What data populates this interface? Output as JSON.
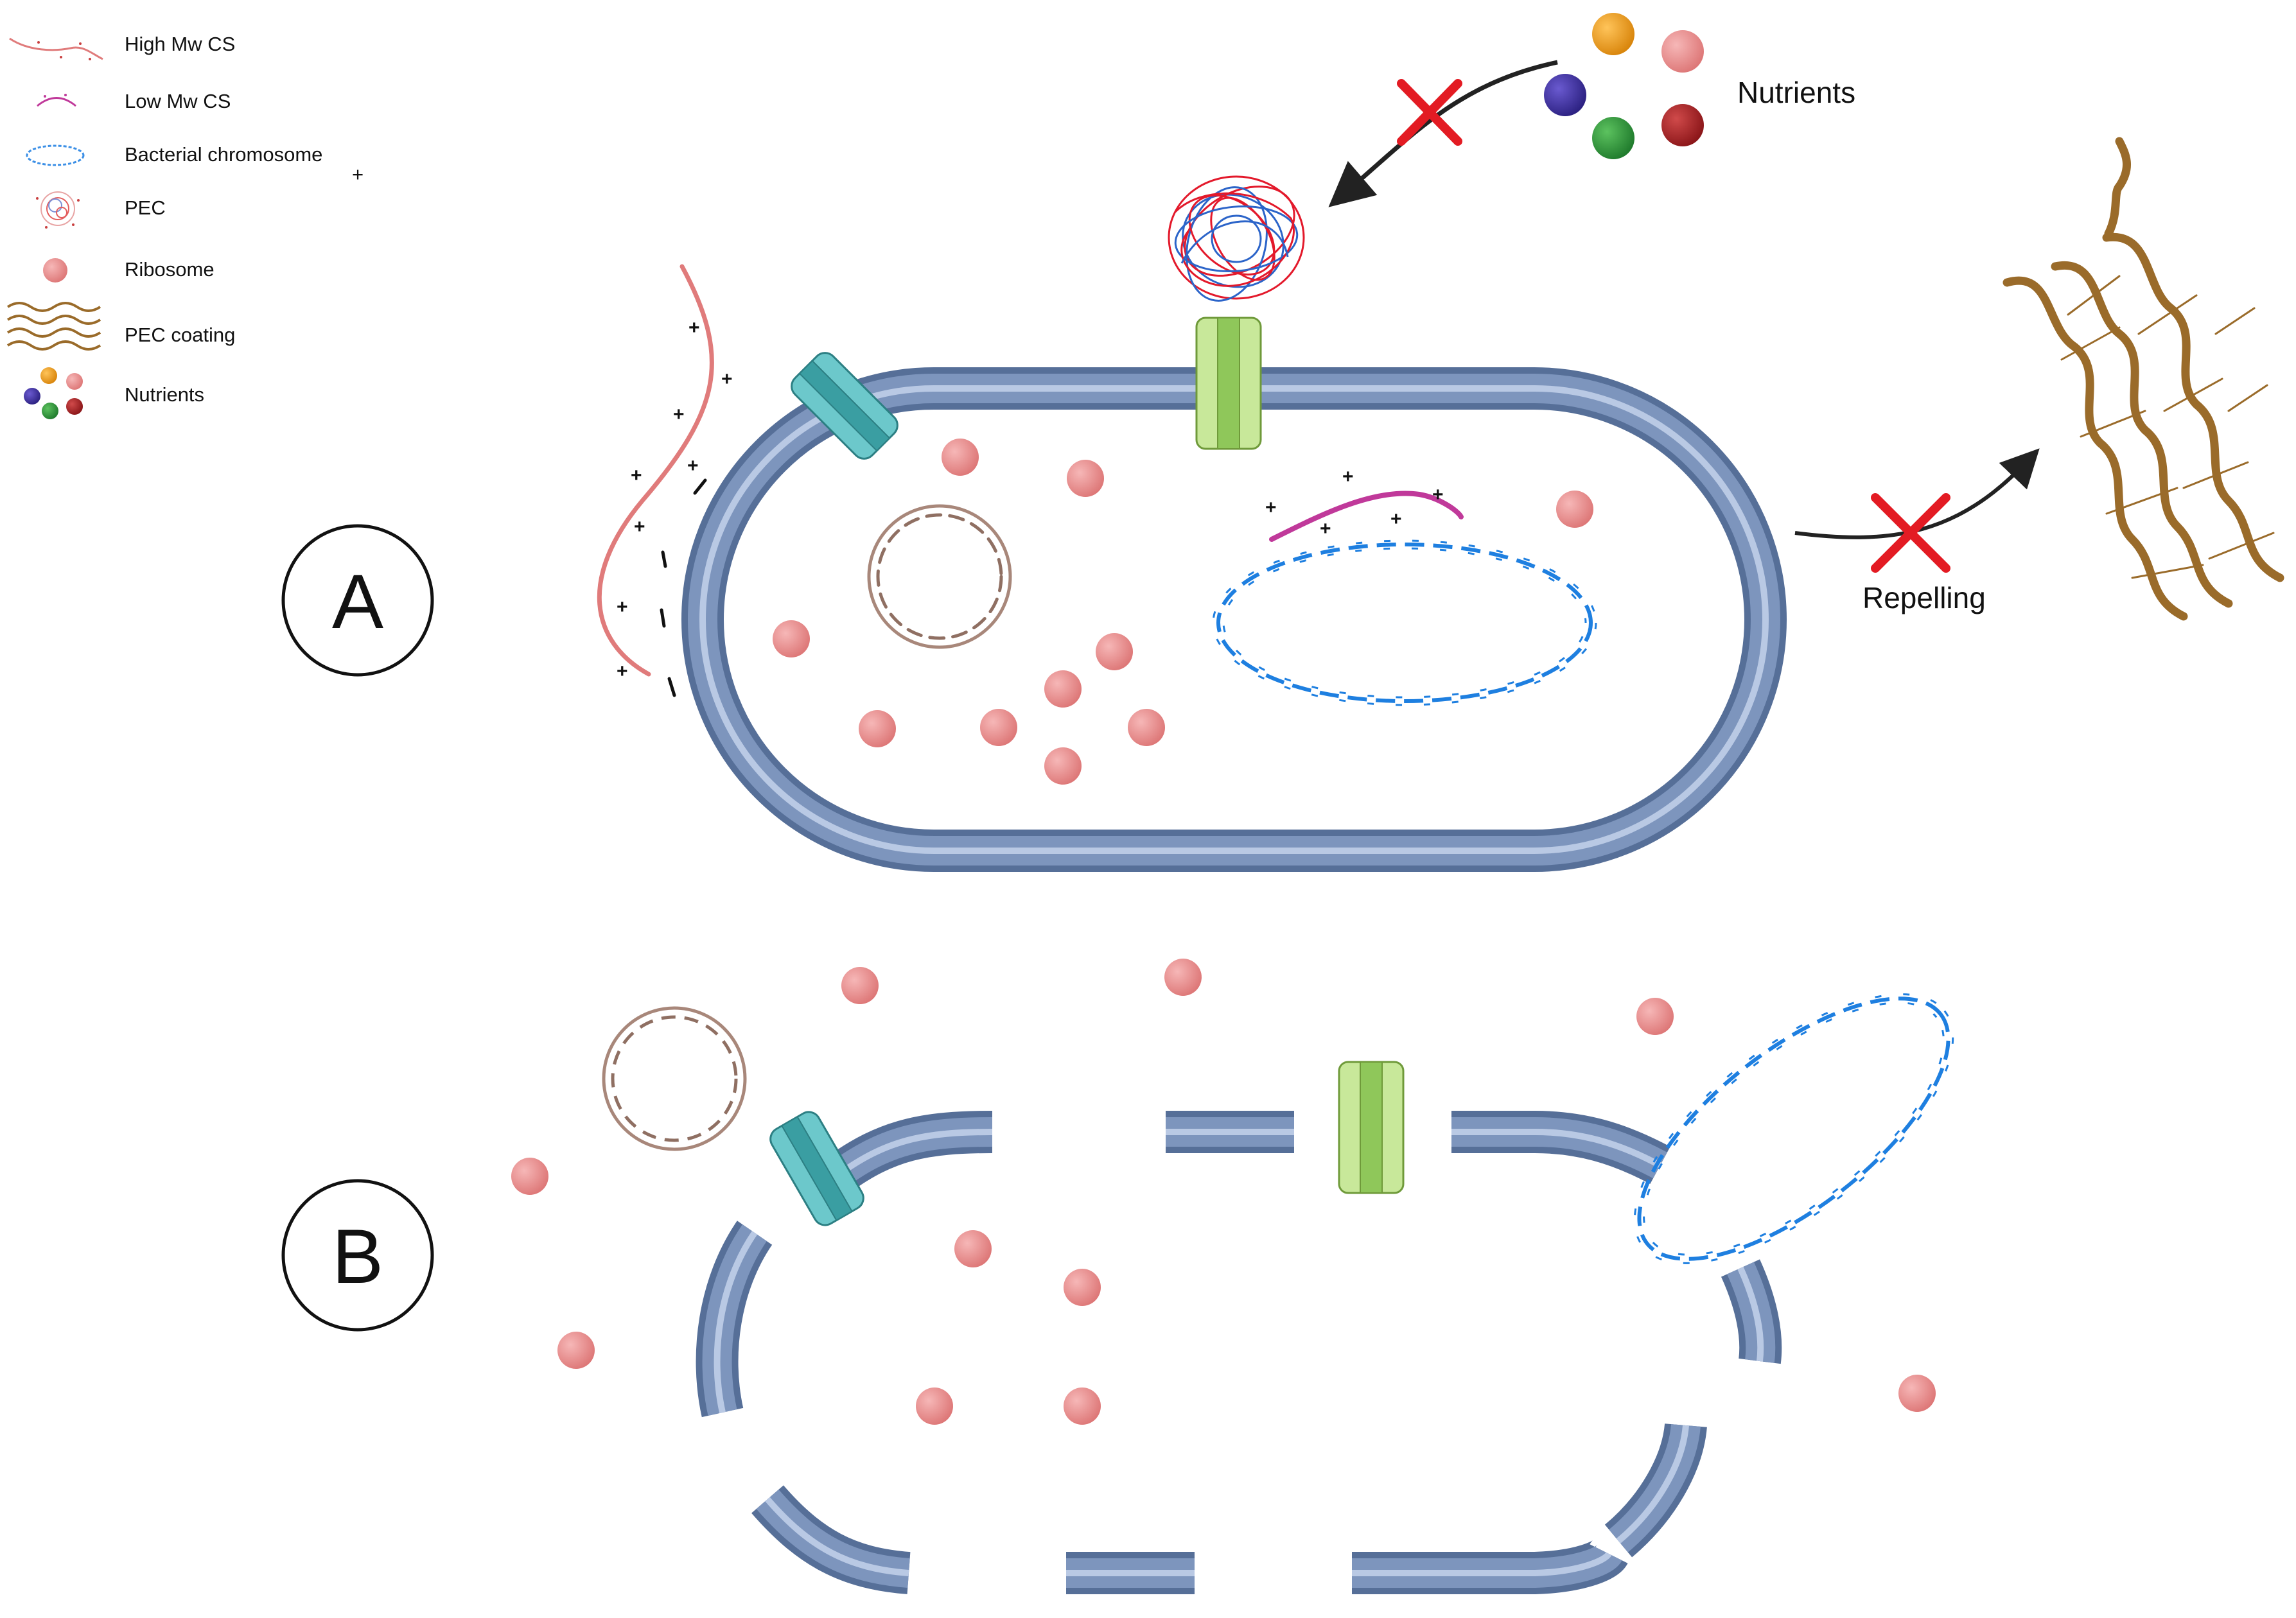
{
  "legend": {
    "items": [
      {
        "key": "high_mw_cs",
        "label": "High Mw CS",
        "icon": "high-mw-cs-icon"
      },
      {
        "key": "low_mw_cs",
        "label": "Low Mw CS",
        "icon": "low-mw-cs-icon"
      },
      {
        "key": "chromosome",
        "label": "Bacterial chromosome",
        "icon": "chromosome-icon"
      },
      {
        "key": "pec",
        "label": "PEC",
        "icon": "pec-icon"
      },
      {
        "key": "ribosome",
        "label": "Ribosome",
        "icon": "ribosome-icon"
      },
      {
        "key": "pec_coating",
        "label": "PEC coating",
        "icon": "pec-coating-icon"
      },
      {
        "key": "nutrients",
        "label": "Nutrients",
        "icon": "nutrients-icon"
      }
    ],
    "stray_symbol": "+"
  },
  "panels": {
    "a": {
      "letter": "A"
    },
    "b": {
      "letter": "B"
    }
  },
  "labels": {
    "nutrients": "Nutrients",
    "repelling": "Repelling",
    "plus": "+",
    "minus": "–"
  },
  "colors": {
    "membrane_dark": "#566f98",
    "membrane_mid": "#7d95bd",
    "membrane_light": "#b9c9e4",
    "ribosome": "#e78a8a",
    "chromosome": "#1e7fe0",
    "plasmid": "#a8877a",
    "high_mw_cs": "#e07b7b",
    "low_mw_cs": "#c0399a",
    "pec_red": "#e3192b",
    "pec_blue": "#2b64c9",
    "porin_teal": "#4fb3b7",
    "porin_green": "#a9d96b",
    "coating": "#9a6b2a",
    "blocked_x": "#e31b23",
    "nutrient_orange": "#e8950c",
    "nutrient_pink": "#e98585",
    "nutrient_purple": "#3b2e9a",
    "nutrient_green": "#2d8f3a",
    "nutrient_darkred": "#a31f23"
  }
}
